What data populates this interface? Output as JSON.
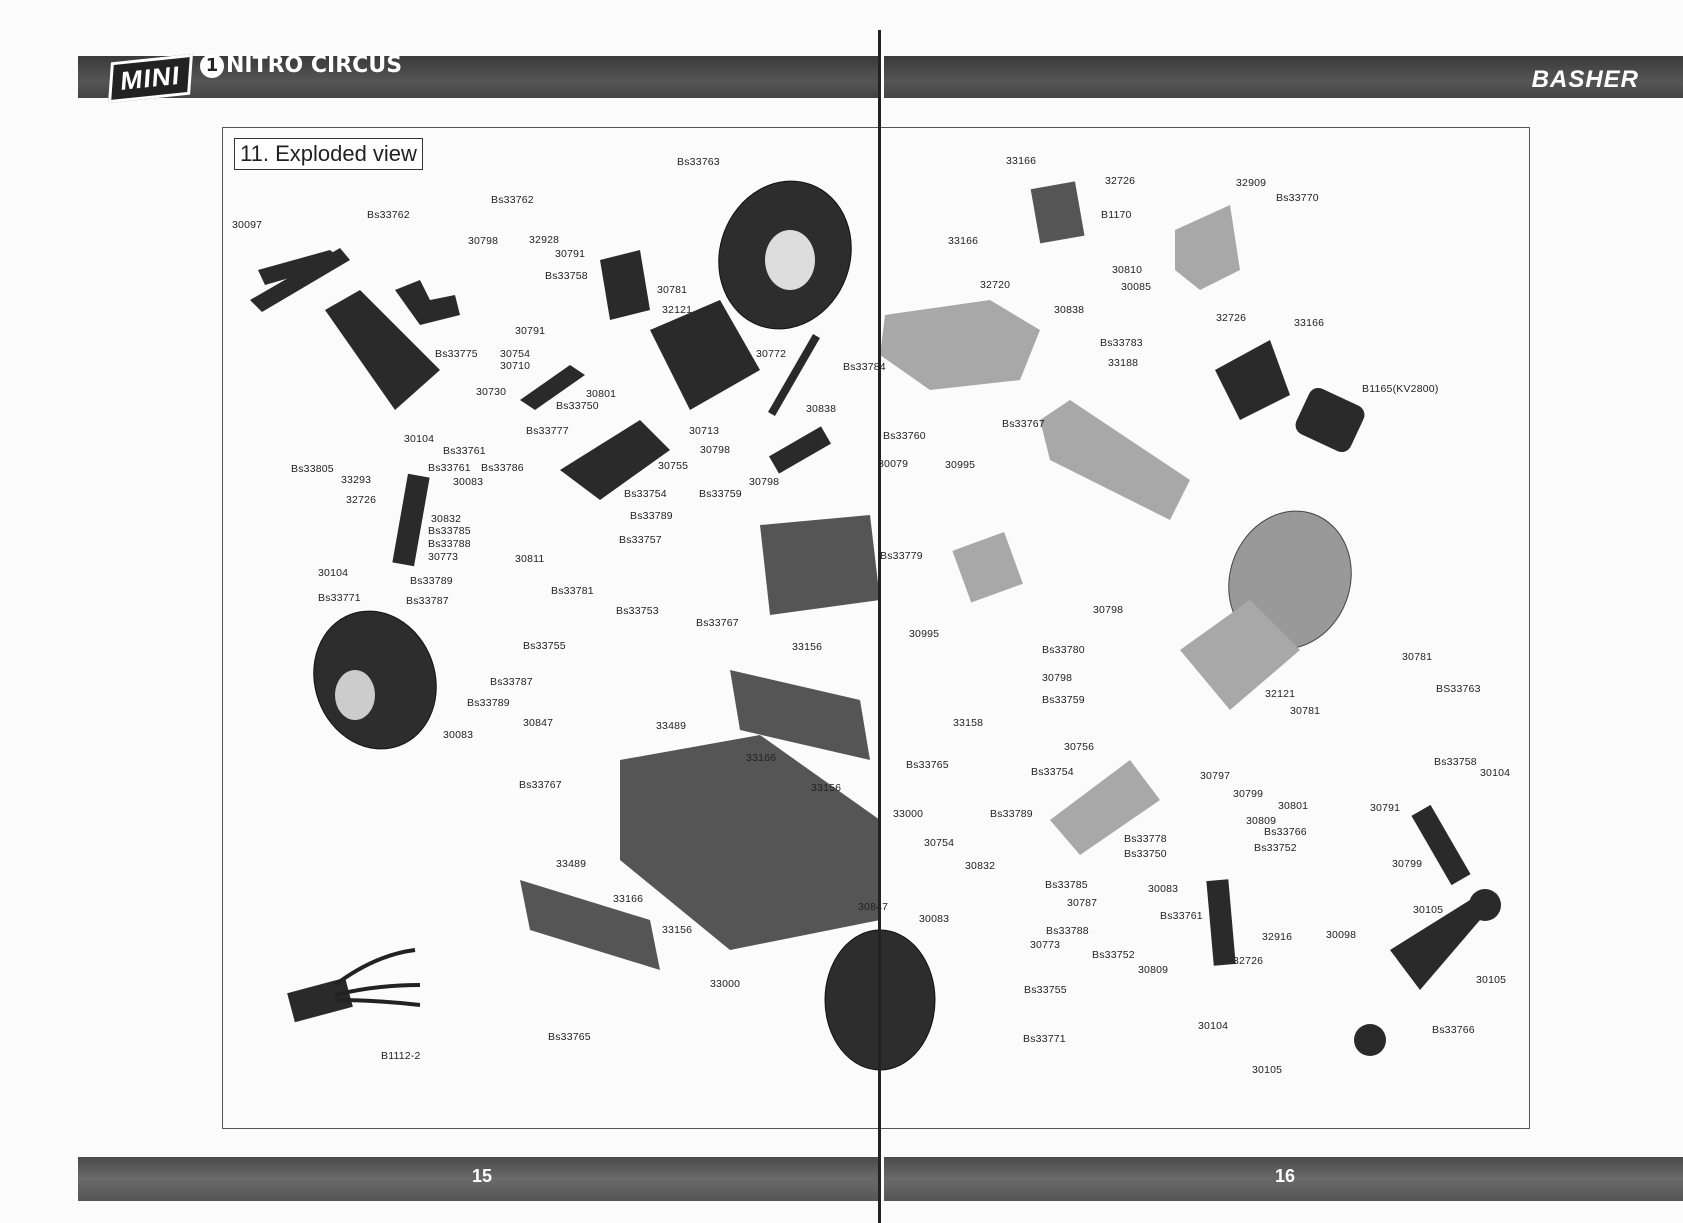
{
  "header": {
    "left_logo_mini": "MINI",
    "left_logo_brand": "NITRO CIRCUS",
    "left_logo_badge": "1",
    "right_logo": "BASHER"
  },
  "section_title": "11.  Exploded view",
  "footer": {
    "left_page": "15",
    "right_page": "16"
  },
  "labels": [
    {
      "id": "l1",
      "text": "Bs33763",
      "pos": "left-top"
    },
    {
      "id": "l2",
      "text": "Bs33762"
    },
    {
      "id": "l3",
      "text": "Bs33762"
    },
    {
      "id": "l4",
      "text": "30097"
    },
    {
      "id": "l5",
      "text": "30798"
    },
    {
      "id": "l6",
      "text": "32928"
    },
    {
      "id": "l7",
      "text": "30791"
    },
    {
      "id": "l8",
      "text": "Bs33758"
    },
    {
      "id": "l9",
      "text": "30781"
    },
    {
      "id": "l10",
      "text": "32121"
    },
    {
      "id": "l11",
      "text": "30791"
    },
    {
      "id": "l12",
      "text": "Bs33775"
    },
    {
      "id": "l13",
      "text": "30754"
    },
    {
      "id": "l14",
      "text": "30710"
    },
    {
      "id": "l15",
      "text": "30772"
    },
    {
      "id": "l16",
      "text": "Bs33784"
    },
    {
      "id": "l17",
      "text": "30730"
    },
    {
      "id": "l18",
      "text": "30801"
    },
    {
      "id": "l19",
      "text": "Bs33750"
    },
    {
      "id": "l20",
      "text": "30838"
    },
    {
      "id": "l21",
      "text": "30104"
    },
    {
      "id": "l22",
      "text": "Bs33777"
    },
    {
      "id": "l23",
      "text": "30713"
    },
    {
      "id": "l24",
      "text": "Bs33760"
    },
    {
      "id": "l25",
      "text": "Bs33761"
    },
    {
      "id": "l26",
      "text": "30798"
    },
    {
      "id": "l27",
      "text": "Bs33805"
    },
    {
      "id": "l28",
      "text": "Bs33761"
    },
    {
      "id": "l29",
      "text": "Bs33786"
    },
    {
      "id": "l30",
      "text": "30755"
    },
    {
      "id": "l31",
      "text": "30079"
    },
    {
      "id": "l32",
      "text": "33293"
    },
    {
      "id": "l33",
      "text": "30083"
    },
    {
      "id": "l34",
      "text": "30798"
    },
    {
      "id": "l35",
      "text": "32726"
    },
    {
      "id": "l36",
      "text": "Bs33754"
    },
    {
      "id": "l37",
      "text": "Bs33759"
    },
    {
      "id": "l38",
      "text": "30832"
    },
    {
      "id": "l39",
      "text": "Bs33789"
    },
    {
      "id": "l40",
      "text": "Bs33785"
    },
    {
      "id": "l41",
      "text": "Bs33788"
    },
    {
      "id": "l42",
      "text": "Bs33757"
    },
    {
      "id": "l43",
      "text": "30773"
    },
    {
      "id": "l44",
      "text": "30811"
    },
    {
      "id": "l45",
      "text": "Bs33779"
    },
    {
      "id": "l46",
      "text": "30104"
    },
    {
      "id": "l47",
      "text": "Bs33789"
    },
    {
      "id": "l48",
      "text": "Bs33781"
    },
    {
      "id": "l49",
      "text": "Bs33771"
    },
    {
      "id": "l50",
      "text": "Bs33787"
    },
    {
      "id": "l51",
      "text": "Bs33753"
    },
    {
      "id": "l52",
      "text": "Bs33767"
    },
    {
      "id": "l53",
      "text": "30995"
    },
    {
      "id": "l54",
      "text": "Bs33755"
    },
    {
      "id": "l55",
      "text": "33156"
    },
    {
      "id": "l56",
      "text": "Bs33787"
    },
    {
      "id": "l57",
      "text": "Bs33789"
    },
    {
      "id": "l58",
      "text": "30847"
    },
    {
      "id": "l59",
      "text": "33489"
    },
    {
      "id": "l60",
      "text": "33158"
    },
    {
      "id": "l61",
      "text": "30083"
    },
    {
      "id": "l62",
      "text": "33166"
    },
    {
      "id": "l63",
      "text": "Bs33765"
    },
    {
      "id": "l64",
      "text": "Bs33767"
    },
    {
      "id": "l65",
      "text": "33156"
    },
    {
      "id": "l66",
      "text": "33000"
    },
    {
      "id": "l67",
      "text": "33489"
    },
    {
      "id": "l68",
      "text": "33166"
    },
    {
      "id": "l69",
      "text": "33156"
    },
    {
      "id": "l70",
      "text": "30847"
    },
    {
      "id": "l71",
      "text": "33000"
    },
    {
      "id": "l72",
      "text": "Bs33765"
    },
    {
      "id": "l73",
      "text": "B1112-2"
    },
    {
      "id": "r1",
      "text": "33166"
    },
    {
      "id": "r2",
      "text": "32726"
    },
    {
      "id": "r3",
      "text": "32909"
    },
    {
      "id": "r4",
      "text": "Bs33770"
    },
    {
      "id": "r5",
      "text": "B1170"
    },
    {
      "id": "r6",
      "text": "33166"
    },
    {
      "id": "r7",
      "text": "30810"
    },
    {
      "id": "r8",
      "text": "32720"
    },
    {
      "id": "r9",
      "text": "30085"
    },
    {
      "id": "r10",
      "text": "30838"
    },
    {
      "id": "r11",
      "text": "32726"
    },
    {
      "id": "r12",
      "text": "33166"
    },
    {
      "id": "r13",
      "text": "Bs33783"
    },
    {
      "id": "r14",
      "text": "33188"
    },
    {
      "id": "r15",
      "text": "B1165(KV2800)"
    },
    {
      "id": "r16",
      "text": "Bs33767"
    },
    {
      "id": "r17",
      "text": "30995"
    },
    {
      "id": "r18",
      "text": "30798"
    },
    {
      "id": "r19",
      "text": "Bs33780"
    },
    {
      "id": "r20",
      "text": "30781"
    },
    {
      "id": "r21",
      "text": "30798"
    },
    {
      "id": "r22",
      "text": "BS33763"
    },
    {
      "id": "r23",
      "text": "Bs33759"
    },
    {
      "id": "r24",
      "text": "32121"
    },
    {
      "id": "r25",
      "text": "30781"
    },
    {
      "id": "r26",
      "text": "30756"
    },
    {
      "id": "r27",
      "text": "Bs33758"
    },
    {
      "id": "r28",
      "text": "Bs33754"
    },
    {
      "id": "r29",
      "text": "30797"
    },
    {
      "id": "r30",
      "text": "30104"
    },
    {
      "id": "r31",
      "text": "30799"
    },
    {
      "id": "r32",
      "text": "30801"
    },
    {
      "id": "r33",
      "text": "30791"
    },
    {
      "id": "r34",
      "text": "Bs33789"
    },
    {
      "id": "r35",
      "text": "30809"
    },
    {
      "id": "r36",
      "text": "Bs33766"
    },
    {
      "id": "r37",
      "text": "Bs33778"
    },
    {
      "id": "r38",
      "text": "Bs33752"
    },
    {
      "id": "r39",
      "text": "30754"
    },
    {
      "id": "r40",
      "text": "Bs33750"
    },
    {
      "id": "r41",
      "text": "30799"
    },
    {
      "id": "r42",
      "text": "30832"
    },
    {
      "id": "r43",
      "text": "Bs33785"
    },
    {
      "id": "r44",
      "text": "30083"
    },
    {
      "id": "r45",
      "text": "30787"
    },
    {
      "id": "r46",
      "text": "Bs33761"
    },
    {
      "id": "r47",
      "text": "30105"
    },
    {
      "id": "r48",
      "text": "30083"
    },
    {
      "id": "r49",
      "text": "Bs33788"
    },
    {
      "id": "r50",
      "text": "32916"
    },
    {
      "id": "r51",
      "text": "30098"
    },
    {
      "id": "r52",
      "text": "30773"
    },
    {
      "id": "r53",
      "text": "Bs33752"
    },
    {
      "id": "r54",
      "text": "30809"
    },
    {
      "id": "r55",
      "text": "32726"
    },
    {
      "id": "r56",
      "text": "Bs33755"
    },
    {
      "id": "r57",
      "text": "30105"
    },
    {
      "id": "r58",
      "text": "30104"
    },
    {
      "id": "r59",
      "text": "Bs33766"
    },
    {
      "id": "r60",
      "text": "Bs33771"
    },
    {
      "id": "r61",
      "text": "30105"
    }
  ]
}
